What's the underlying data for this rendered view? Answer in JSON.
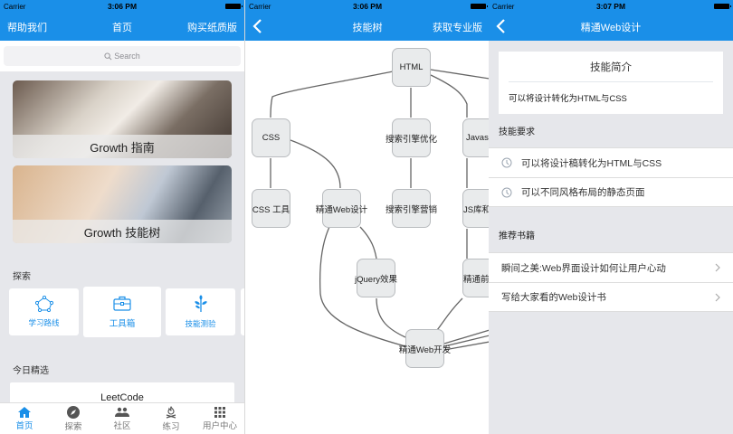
{
  "screens": [
    {
      "status": {
        "carrier": "Carrier",
        "time": "3:06 PM"
      },
      "nav": {
        "left": "帮助我们",
        "title": "首页",
        "right": "购买纸质版"
      },
      "search": {
        "placeholder": "Search"
      },
      "banners": [
        {
          "label": "Growth 指南"
        },
        {
          "label": "Growth 技能树"
        }
      ],
      "explore": {
        "title": "探索",
        "cards": [
          {
            "label": "学习路线",
            "icon": "pentagon-nodes-icon"
          },
          {
            "label": "工具箱",
            "icon": "briefcase-icon"
          },
          {
            "label": "技能测验",
            "icon": "sprout-icon"
          }
        ]
      },
      "daily": {
        "title": "今日精选",
        "item": "LeetCode"
      },
      "tabs": [
        {
          "label": "首页",
          "icon": "home-icon",
          "active": true
        },
        {
          "label": "探索",
          "icon": "compass-icon"
        },
        {
          "label": "社区",
          "icon": "people-icon"
        },
        {
          "label": "练习",
          "icon": "campfire-icon"
        },
        {
          "label": "用户中心",
          "icon": "grid-icon"
        }
      ]
    },
    {
      "status": {
        "carrier": "Carrier",
        "time": "3:06 PM"
      },
      "nav": {
        "title": "技能树",
        "right": "获取专业版"
      },
      "nodes": {
        "html": "HTML",
        "css": "CSS",
        "seo": "搜索引擎优化",
        "js": "Javas",
        "csstools": "CSS 工具",
        "webdesign": "精通Web设计",
        "sem": "搜索引擎营销",
        "jslib": "JS库和",
        "jquery": "jQuery效果",
        "frontend": "精通前端",
        "webdev": "精通Web开发"
      }
    },
    {
      "status": {
        "carrier": "Carrier",
        "time": "3:07 PM"
      },
      "nav": {
        "title": "精通Web设计"
      },
      "intro": {
        "title": "技能简介",
        "text": "可以将设计转化为HTML与CSS"
      },
      "requirements": {
        "title": "技能要求",
        "items": [
          "可以将设计稿转化为HTML与CSS",
          "可以不同风格布局的静态页面"
        ]
      },
      "books": {
        "title": "推荐书籍",
        "items": [
          "瞬间之美:Web界面设计如何让用户心动",
          "写给大家看的Web设计书"
        ]
      }
    }
  ],
  "colors": {
    "brand": "#1a8fe8",
    "node_fill": "#e9ebec",
    "node_border": "#b9bcbf",
    "bg": "#e6e7eb"
  }
}
